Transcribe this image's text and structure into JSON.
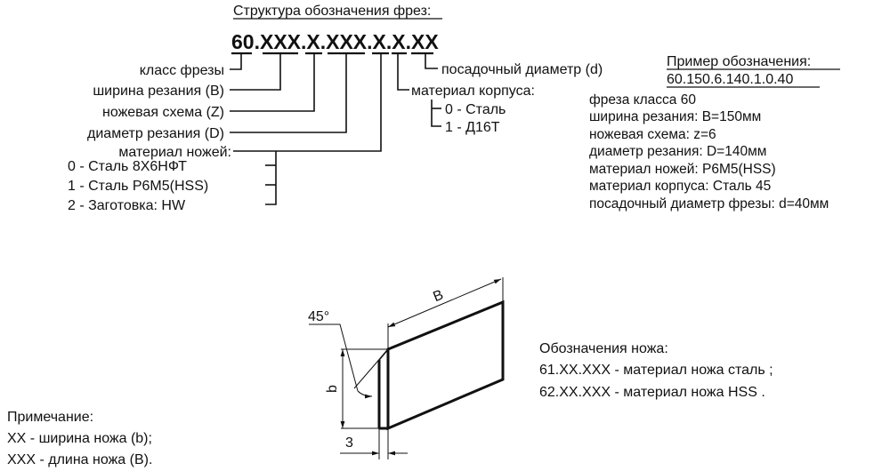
{
  "structure": {
    "title": "Структура обозначения фрез:",
    "code": "60.XXX.X.XXX.X.X.XX",
    "left_labels": [
      "класс фрезы",
      "ширина резания (B)",
      "ножевая схема (Z)",
      "диаметр резания (D)",
      "материал ножей:"
    ],
    "knife_material_options": [
      "0 - Сталь 8Х6НФТ",
      "1 - Сталь Р6М5(HSS)",
      "2 - Заготовка: HW"
    ],
    "bore_label": "посадочный диаметр (d)",
    "body_material_label": "материал корпуса:",
    "body_material_options": [
      "0 - Сталь",
      "1 - Д16Т"
    ]
  },
  "example": {
    "title": "Пример обозначения:",
    "code": "60.150.6.140.1.0.40",
    "lines": [
      "фреза класса 60",
      "ширина резания: B=150мм",
      "ножевая схема:  z=6",
      "диаметр резания: D=140мм",
      "материал ножей: Р6М5(HSS)",
      "материал корпуса: Сталь 45",
      "посадочный диаметр фрезы: d=40мм"
    ]
  },
  "knife": {
    "angle_label": "45°",
    "dim_B": "B",
    "dim_b": "b",
    "dim_3": "3",
    "designation_title": "Обозначения ножа:",
    "designation_lines": [
      "61.XX.XXX - материал ножа сталь ;",
      "62.XX.XXX - материал ножа HSS ."
    ]
  },
  "note": {
    "title": "Примечание:",
    "lines": [
      "XX - ширина ножа (b);",
      "XXX - длина ножа (B)."
    ]
  }
}
